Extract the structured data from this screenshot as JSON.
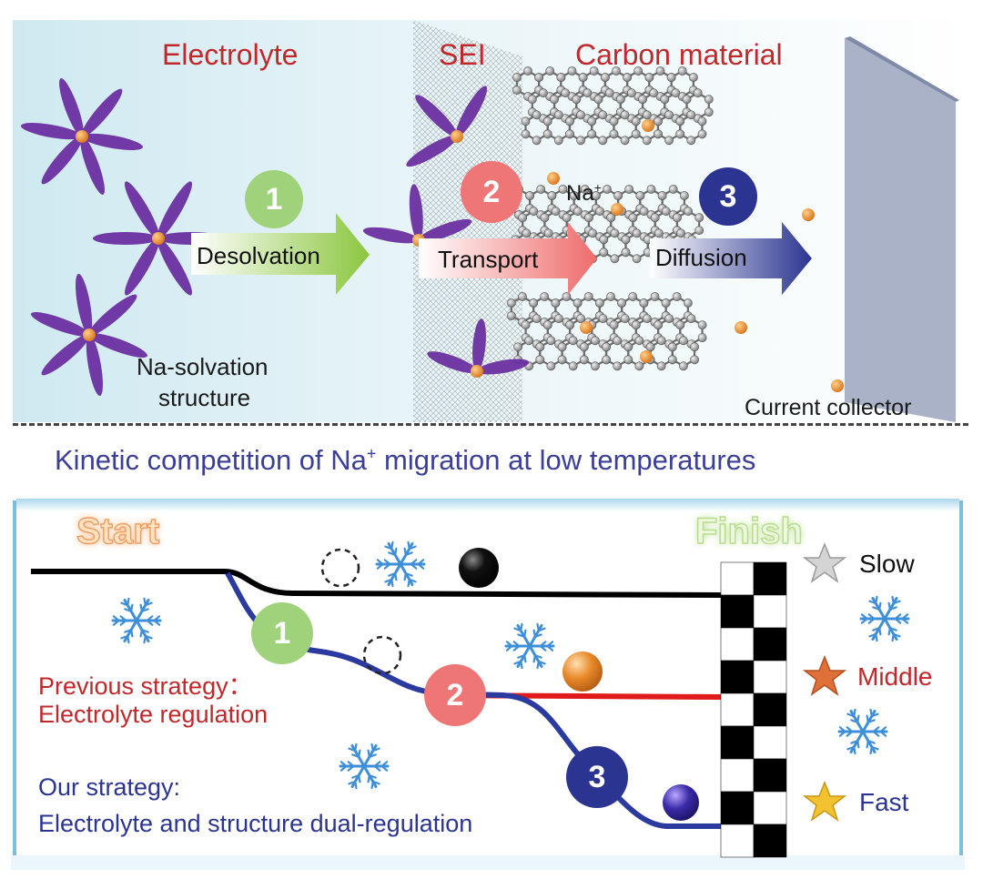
{
  "top_panel": {
    "electrolyte_label": "Electrolyte",
    "sei_label": "SEI",
    "carbon_label": "Carbon material",
    "na_ion_label": "Na",
    "na_ion_sup": "+",
    "solvation_label_line1": "Na-solvation",
    "solvation_label_line2": "structure",
    "current_collector_label": "Current collector",
    "steps": [
      {
        "number": "1",
        "label": "Desolvation",
        "color": "#8cc63f"
      },
      {
        "number": "2",
        "label": "Transport",
        "color": "#ef6b6b"
      },
      {
        "number": "3",
        "label": "Diffusion",
        "color": "#2b3591"
      }
    ]
  },
  "caption": {
    "text_before": "Kinetic competition of Na",
    "sup": "+",
    "text_after": " migration at low temperatures"
  },
  "bottom_panel": {
    "start_label": "Start",
    "finish_label": "Finish",
    "previous_strategy_line1": "Previous strategy：",
    "previous_strategy_line2": "Electrolyte regulation",
    "our_strategy_line1": "Our strategy:",
    "our_strategy_line2": "Electrolyte and structure dual-regulation",
    "speeds": [
      {
        "label": "Slow",
        "star_color": "#c8c8c8",
        "text_color": "#111111"
      },
      {
        "label": "Middle",
        "star_color": "#e0703a",
        "text_color": "#c0282b"
      },
      {
        "label": "Fast",
        "star_color": "#f2c230",
        "text_color": "#2b3591"
      }
    ],
    "track_numbers": [
      "1",
      "2",
      "3"
    ]
  },
  "colors": {
    "red_title": "#c0282b",
    "blue_caption": "#3b3f98",
    "green_step": "#8cc63f",
    "pink_step": "#ef6b6b",
    "navy_step": "#2b3591",
    "purple_solvent": "#6a2fa0",
    "sodium_orange": "#f0922b"
  }
}
